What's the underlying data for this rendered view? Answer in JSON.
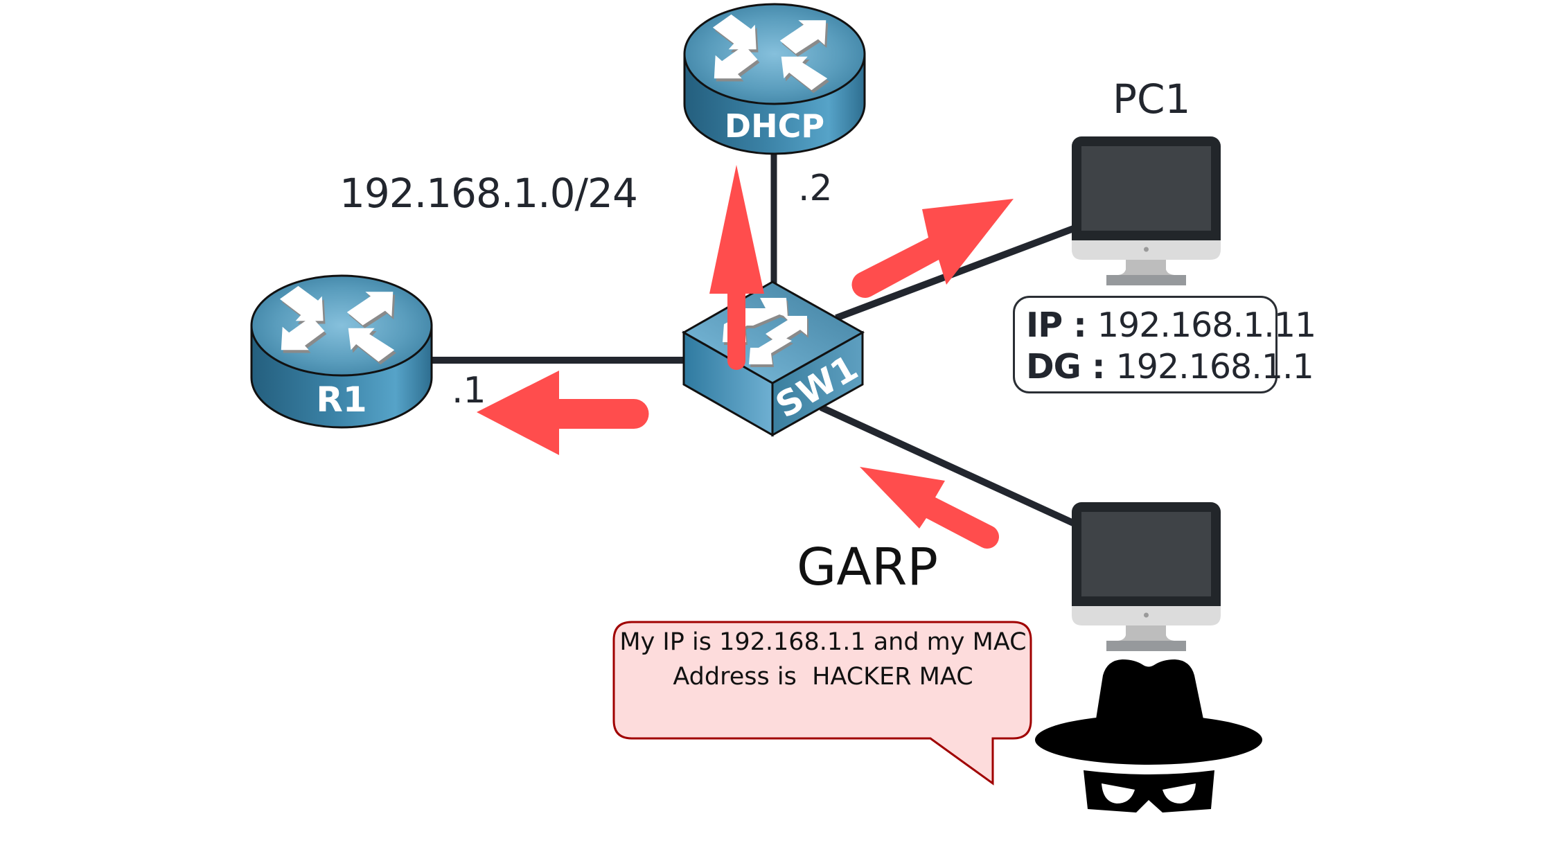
{
  "diagram": {
    "title": "Gratuitous ARP spoofing attack",
    "subnet_label": "192.168.1.0/24",
    "colors": {
      "device_blue": "#3f86a8",
      "link": "#22262e",
      "arrow": "#ff4d4d",
      "bubble_fill": "#fddcdc",
      "bubble_border": "#a00000"
    },
    "devices": {
      "r1": {
        "label": "R1",
        "host_suffix": ".1",
        "type": "router"
      },
      "dhcp": {
        "label": "DHCP",
        "host_suffix": ".2",
        "type": "router"
      },
      "sw1": {
        "label": "SW1",
        "type": "switch"
      },
      "pc1": {
        "label": "PC1",
        "type": "pc",
        "ip_key": "IP :",
        "ip_value": "192.168.1.11",
        "dg_key": "DG :",
        "dg_value": "192.168.1.1"
      },
      "hacker": {
        "type": "pc",
        "icon": "hacker-icon"
      }
    },
    "links": [
      {
        "from": "sw1",
        "to": "r1"
      },
      {
        "from": "sw1",
        "to": "dhcp"
      },
      {
        "from": "sw1",
        "to": "pc1"
      },
      {
        "from": "sw1",
        "to": "hacker"
      }
    ],
    "arrows": [
      {
        "from": "hacker",
        "to": "sw1",
        "meaning": "GARP sent"
      },
      {
        "from": "sw1",
        "to": "r1",
        "meaning": "flooded"
      },
      {
        "from": "sw1",
        "to": "dhcp",
        "meaning": "flooded"
      },
      {
        "from": "sw1",
        "to": "pc1",
        "meaning": "flooded"
      }
    ],
    "garp_label": "GARP",
    "speech_bubble": {
      "line1": "My IP is 192.168.1.1 and my MAC",
      "line2": "Address is  HACKER MAC"
    }
  }
}
